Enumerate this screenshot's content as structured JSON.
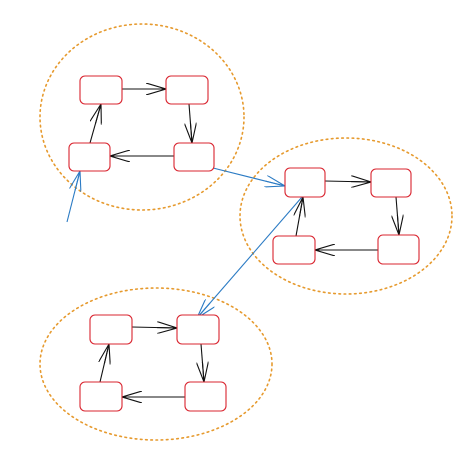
{
  "colors": {
    "background": "#ffffff",
    "cluster_border": "#e69a2e",
    "node_border": "#d9242f",
    "internal_edge": "#111111",
    "cross_edge": "#2b7bc4"
  },
  "diagram": {
    "clusters": [
      {
        "id": "cluster-top-left",
        "node_ids": [
          "a1",
          "a2",
          "a3",
          "a4"
        ]
      },
      {
        "id": "cluster-right",
        "node_ids": [
          "b1",
          "b2",
          "b3",
          "b4"
        ]
      },
      {
        "id": "cluster-bottom-left",
        "node_ids": [
          "c1",
          "c2",
          "c3",
          "c4"
        ]
      }
    ],
    "nodes": [
      "a1",
      "a2",
      "a3",
      "a4",
      "b1",
      "b2",
      "b3",
      "b4",
      "c1",
      "c2",
      "c3",
      "c4"
    ],
    "edges": [
      {
        "from": "a1",
        "to": "a2",
        "kind": "internal"
      },
      {
        "from": "a2",
        "to": "a3",
        "kind": "internal"
      },
      {
        "from": "a3",
        "to": "a4",
        "kind": "internal"
      },
      {
        "from": "a4",
        "to": "a1",
        "kind": "internal"
      },
      {
        "from": "b1",
        "to": "b2",
        "kind": "internal"
      },
      {
        "from": "b2",
        "to": "b3",
        "kind": "internal"
      },
      {
        "from": "b3",
        "to": "b4",
        "kind": "internal"
      },
      {
        "from": "b4",
        "to": "b1",
        "kind": "internal"
      },
      {
        "from": "c1",
        "to": "c2",
        "kind": "internal"
      },
      {
        "from": "c2",
        "to": "c3",
        "kind": "internal"
      },
      {
        "from": "c3",
        "to": "c4",
        "kind": "internal"
      },
      {
        "from": "c4",
        "to": "c1",
        "kind": "internal"
      },
      {
        "from": "a3",
        "to": "b1",
        "kind": "cross"
      },
      {
        "from": "b1",
        "to": "c2",
        "kind": "cross"
      },
      {
        "from": null,
        "to": "a4",
        "kind": "cross-entry"
      }
    ]
  }
}
